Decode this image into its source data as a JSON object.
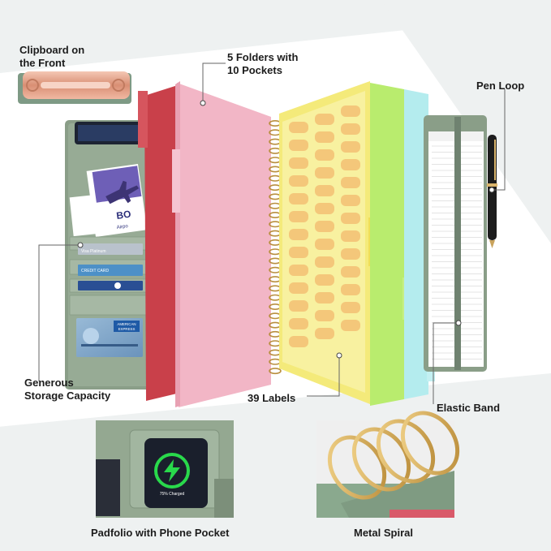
{
  "callouts": {
    "clipboard": "Clipboard on\nthe Front",
    "folders": "5 Folders with\n10 Pockets",
    "pen_loop": "Pen Loop",
    "storage": "Generous\nStorage Capacity",
    "labels": "39 Labels",
    "elastic_band": "Elastic Band"
  },
  "bottom_captions": {
    "phone_pocket": "Padfolio with Phone Pocket",
    "metal_spiral": "Metal Spiral"
  },
  "cards": {
    "card1": "Visa Platinum",
    "card2": "CREDIT CARD",
    "amex_top": "AMERICAN",
    "amex_bottom": "EXPRESS",
    "boarding_pass_text": "BO",
    "boarding_pass_sub": "Airpo"
  },
  "phone_screen": {
    "charge_text": "75% Charged"
  },
  "colors": {
    "cover_green": "#8a9e88",
    "folder_red": "#c9404a",
    "folder_pink": "#f2b6c6",
    "folder_yellow": "#f4ea7a",
    "folder_green": "#b9ec6e",
    "folder_cyan": "#b4ecee",
    "clip_rose_gold": "#e3a58c",
    "phone_charge_green": "#29d94b"
  }
}
